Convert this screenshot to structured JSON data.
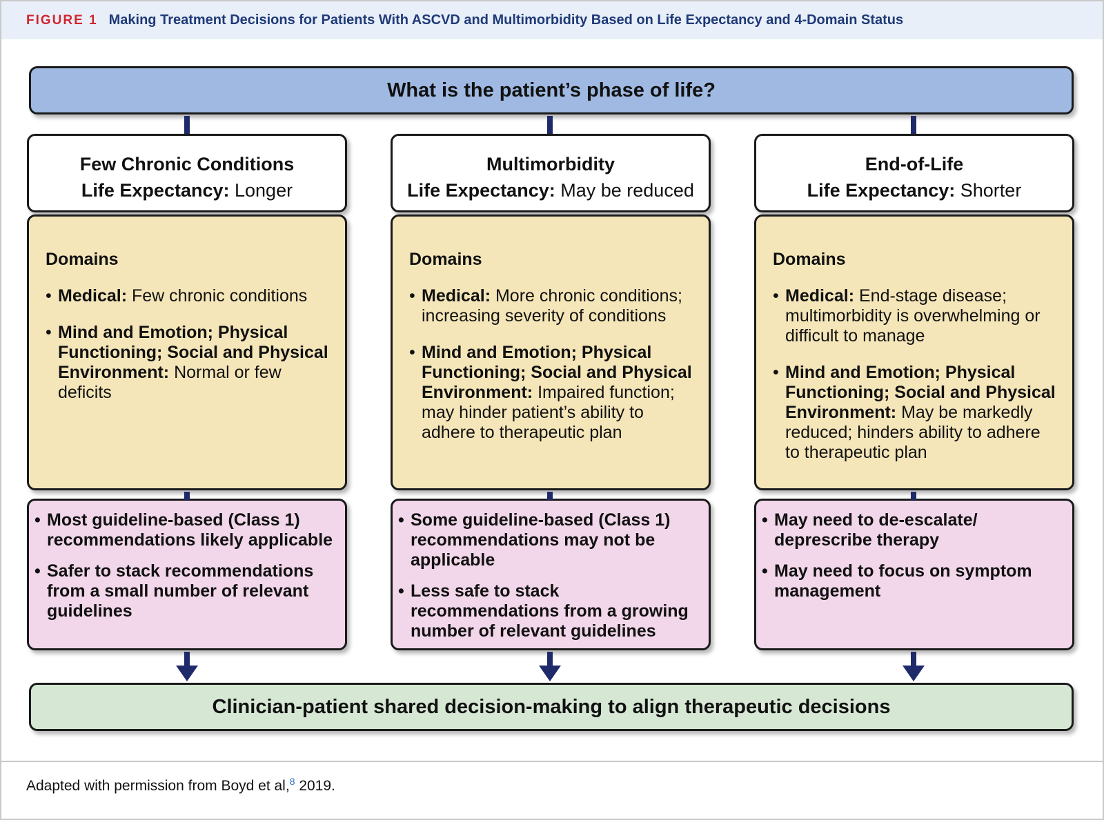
{
  "figure": {
    "label": "FIGURE 1",
    "title": "Making Treatment Decisions for Patients With ASCVD and Multimorbidity Based on Life Expectancy and 4-Domain Status"
  },
  "top_question": "What is the patient’s phase of life?",
  "columns": [
    {
      "title": "Few Chronic Conditions",
      "le_label": "Life Expectancy:",
      "le_value": "Longer",
      "domains_heading": "Domains",
      "medical_label": "Medical:",
      "medical_text": "Few chronic conditions",
      "mind_label": "Mind and Emotion; Physical Functioning; Social and Physical Environment:",
      "mind_text": "Normal or few deficits",
      "recs": [
        "Most guideline-based (Class 1) recommendations likely applicable",
        "Safer to stack recommendations from a small number of relevant guidelines"
      ]
    },
    {
      "title": "Multimorbidity",
      "le_label": "Life Expectancy:",
      "le_value": "May be reduced",
      "domains_heading": "Domains",
      "medical_label": "Medical:",
      "medical_text": "More chronic conditions; increasing severity of conditions",
      "mind_label": "Mind and Emotion; Physical Functioning; Social and Physical Environment:",
      "mind_text": "Impaired function; may hinder patient’s ability to adhere to therapeutic plan",
      "recs": [
        "Some guideline-based (Class 1) recommendations may not be applicable",
        "Less safe to stack recommendations from a growing number of relevant guidelines"
      ]
    },
    {
      "title": "End-of-Life",
      "le_label": "Life Expectancy:",
      "le_value": "Shorter",
      "domains_heading": "Domains",
      "medical_label": "Medical:",
      "medical_text": "End-stage disease; multimorbidity is overwhelming or difficult to manage",
      "mind_label": "Mind and Emotion; Physical Functioning; Social and Physical Environment:",
      "mind_text": "May be markedly reduced; hinders ability to adhere to therapeutic plan",
      "recs": [
        "May need to de-escalate/ deprescribe therapy",
        "May need to focus on symptom management"
      ]
    }
  ],
  "bottom_statement": "Clinician-patient shared decision-making to align therapeutic decisions",
  "footnote": {
    "text": "Adapted with permission from Boyd et al,",
    "ref": "8",
    "year": "2019."
  },
  "colors": {
    "question_box": "#9fb9e2",
    "head_box": "#ffffff",
    "domain_box": "#f5e6b9",
    "rec_box": "#f2d7ea",
    "decision_box": "#d6e8d4",
    "connector": "#1f2a6b",
    "caption_label": "#d0262f",
    "caption_title": "#1e3a78"
  }
}
